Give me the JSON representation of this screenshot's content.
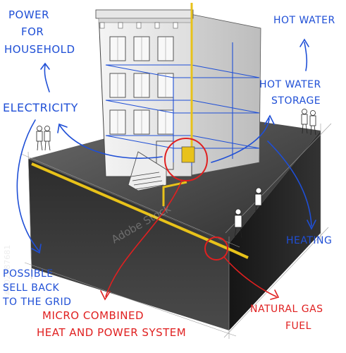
{
  "labels": {
    "power_for_household": [
      "POWER",
      "FOR",
      "HOUSEHOLD"
    ],
    "electricity": "ELECTRICITY",
    "hot_water": "HOT WATER",
    "hot_water_storage": [
      "HOT WATER",
      "STORAGE"
    ],
    "heating": "HEATING",
    "sell_back": [
      "POSSIBLE",
      "SELL BACK",
      "TO THE GRID"
    ],
    "micro_chp": [
      "MICRO COMBINED",
      "HEAT AND POWER SYSTEM"
    ],
    "natural_gas": [
      "NATURAL GAS",
      "FUEL"
    ]
  },
  "watermarks": [
    "Adobe Stock",
    "#102487681"
  ],
  "colors": {
    "blue_ink": "#1f4fd6",
    "red_ink": "#e02020",
    "gas_pipe": "#e8c21a",
    "ground_top": "#3a3a3a",
    "ground_side": "#1e1e1e"
  },
  "icons": {
    "arrow": "arrow-icon",
    "person": "person-icon"
  }
}
